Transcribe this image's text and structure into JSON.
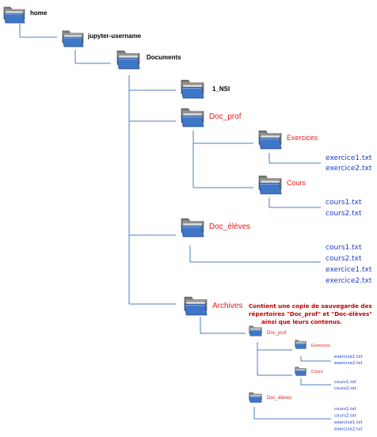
{
  "colors": {
    "connector": "#4f7ec0",
    "folder_back": "#7f7f7f",
    "folder_front": "#3f76c6",
    "root_label": "#000000",
    "dir_label": "#e81c1c",
    "file_label": "#1c3ec4",
    "note": "#c00000"
  },
  "icons": {
    "folder": "folder-icon"
  },
  "root": {
    "name": "home"
  },
  "jupyter": {
    "name": "jupyter-username"
  },
  "documents": {
    "name": "Documents",
    "children": {
      "nsi": {
        "name": "1_NSI"
      },
      "doc_prof": {
        "name": "Doc_prof",
        "exercices": {
          "name": "Exercices",
          "files": [
            "exercice1.txt",
            "exercice2.txt"
          ]
        },
        "cours": {
          "name": "Cours",
          "files": [
            "cours1.txt",
            "cours2.txt"
          ]
        }
      },
      "doc_eleves": {
        "name": "Doc_élèves",
        "files": [
          "cours1.txt",
          "cours2.txt",
          "exercice1.txt",
          "exercice2.txt"
        ]
      },
      "archives": {
        "name": "Archives",
        "note": [
          "Contient une copie de sauvegarde des",
          "répertoires \"Doc_prof\" et \"Doc-élèves\"",
          "ainsi que leurs contenus."
        ],
        "doc_prof": {
          "name": "Doc_prof",
          "exercices": {
            "name": "Exercices",
            "files": [
              "exercice1.txt",
              "exercice2.txt"
            ]
          },
          "cours": {
            "name": "Cours",
            "files": [
              "cours1.txt",
              "cours2.txt"
            ]
          }
        },
        "doc_eleves": {
          "name": "Doc_élèves",
          "files": [
            "cours1.txt",
            "cours2.txt",
            "exercice1.txt",
            "exercice2.txt"
          ]
        }
      }
    }
  }
}
